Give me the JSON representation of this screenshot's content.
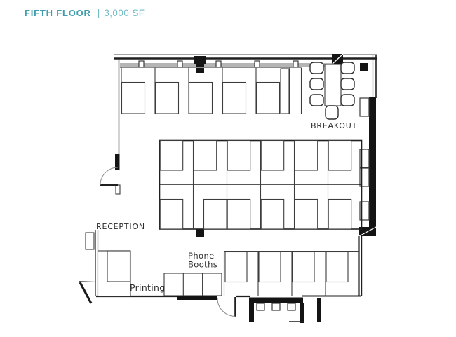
{
  "header": {
    "title": "FIFTH FLOOR",
    "separator": "|",
    "area": "3,000 SF",
    "title_color": "#3f9dad",
    "area_color": "#74bcc6"
  },
  "plan": {
    "labels": {
      "breakout": "BREAKOUT",
      "reception": "RECEPTION",
      "phone_booths_line1": "Phone",
      "phone_booths_line2": "Booths",
      "printing": "Printing"
    },
    "colors": {
      "wall": "#1f1f1f",
      "desk_line": "#3c3c3c",
      "sill_gray": "#b5b5b5",
      "label_text": "#2d2d2d"
    },
    "furniture_summary": {
      "workstations_top_row": 5,
      "workstations_center_block": 12,
      "workstations_bottom_row": 4,
      "phone_booths": 3,
      "breakout_seats": 7
    }
  }
}
